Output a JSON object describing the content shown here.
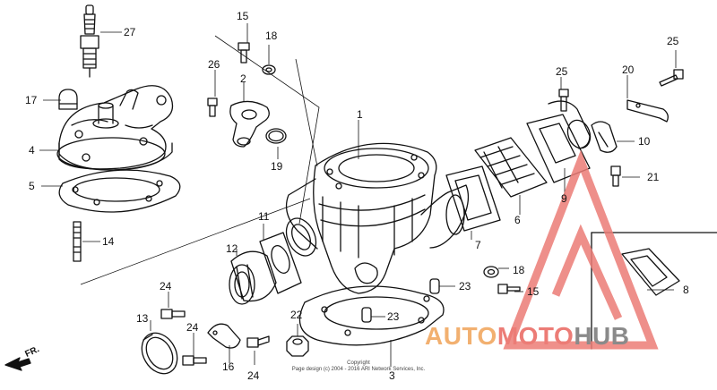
{
  "callouts": {
    "c27": "27",
    "c15a": "15",
    "c18a": "18",
    "c26": "26",
    "c2": "2",
    "c25a": "25",
    "c25b": "25",
    "c20": "20",
    "c17": "17",
    "c1": "1",
    "c10": "10",
    "c4": "4",
    "c19": "19",
    "c5": "5",
    "c21": "21",
    "c9": "9",
    "c11": "11",
    "c14": "14",
    "c6": "6",
    "c12": "12",
    "c7": "7",
    "c18b": "18",
    "c23a": "23",
    "c15b": "15",
    "c24a": "24",
    "c8": "8",
    "c22": "22",
    "c13": "13",
    "c23b": "23",
    "c24b": "24",
    "c16": "16",
    "c24c": "24",
    "c3": "3"
  },
  "copyright": {
    "line1": "Copyright",
    "line2": "Page design (c) 2004 - 2016 ARI Network Services, Inc."
  },
  "direction": "FR.",
  "watermark": {
    "part1": "AUTO",
    "part2": "MOTO",
    "part3": "HUB",
    "color_orange": "#f2b070",
    "color_red": "#ec7c76",
    "color_gray": "#8a8a8a"
  }
}
